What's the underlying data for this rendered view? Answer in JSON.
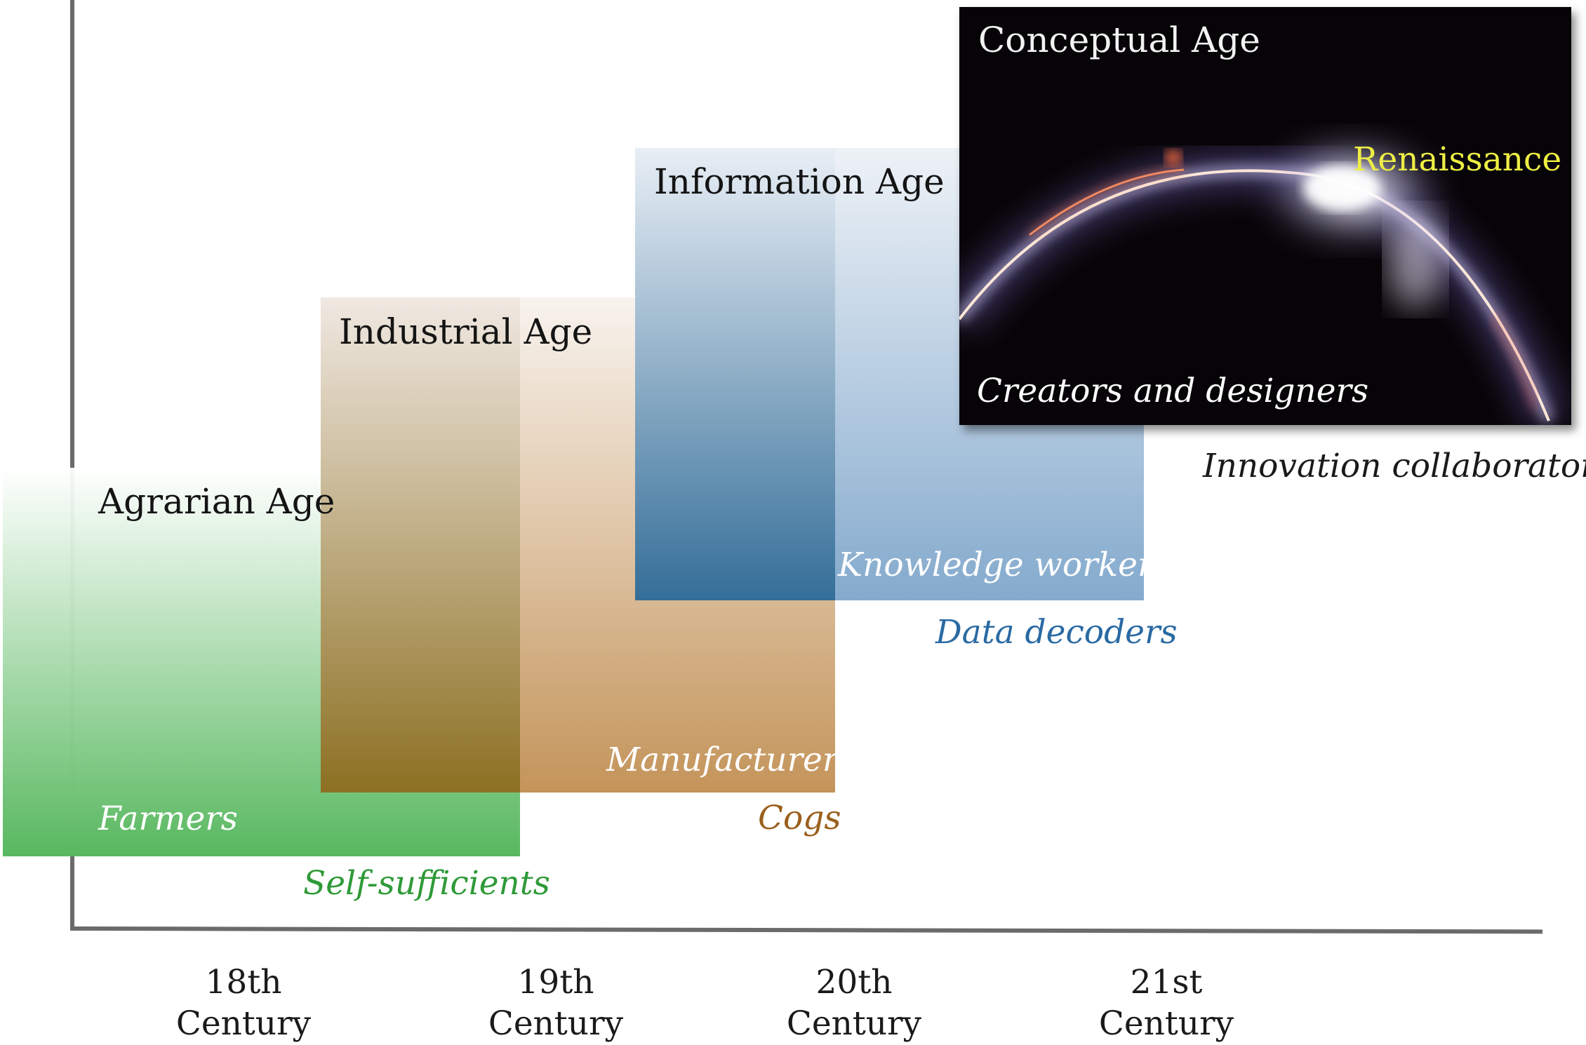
{
  "ages": {
    "agrarian": {
      "title": "Agrarian Age",
      "inner_role": "Farmers",
      "outer_role": "Self-sufficients"
    },
    "industrial": {
      "title": "Industrial Age",
      "inner_role": "Manufacturers",
      "outer_role": "Cogs"
    },
    "information": {
      "title": "Information Age",
      "inner_role": "Knowledge workers",
      "outer_role": "Data decoders"
    },
    "conceptual": {
      "title": "Conceptual Age",
      "highlight": "Renaissance",
      "inner_role": "Creators and designers",
      "outer_role": "Innovation collaborators"
    }
  },
  "x_axis": {
    "ticks": [
      {
        "line1": "18th",
        "line2": "Century"
      },
      {
        "line1": "19th",
        "line2": "Century"
      },
      {
        "line1": "20th",
        "line2": "Century"
      },
      {
        "line1": "21st",
        "line2": "Century"
      }
    ]
  },
  "colors": {
    "agrarian": "#3fab4a",
    "industrial": "#9a5f1c",
    "information": "#2a6aa3",
    "renaissance": "#f2f24a",
    "axis": "#6b6b6b"
  }
}
